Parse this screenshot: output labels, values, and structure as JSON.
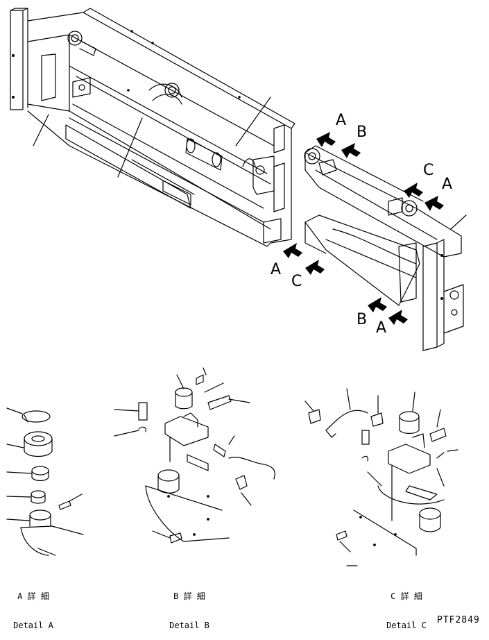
{
  "callouts": {
    "upper_a1": "A",
    "upper_b1": "B",
    "upper_c1": "C",
    "upper_a2": "A",
    "lower_a1": "A",
    "lower_c1": "C",
    "lower_b1": "B",
    "lower_a2": "A"
  },
  "details": {
    "a": {
      "jp": "A 詳 細",
      "en": "Detail A"
    },
    "b": {
      "jp": "B 詳 細",
      "en": "Detail B"
    },
    "c": {
      "jp": "C 詳 細",
      "en": "Detail C"
    }
  },
  "drawing_code": "PTF2849"
}
